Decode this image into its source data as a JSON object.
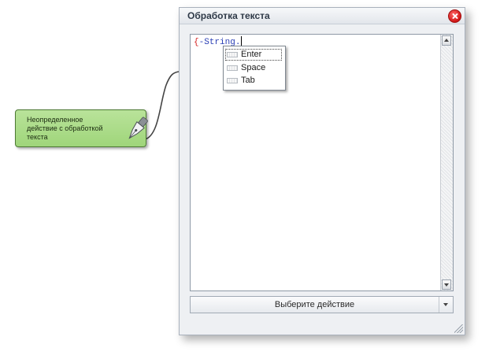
{
  "node": {
    "label": "Неопределенное действие с обработкой текста",
    "icon": "pen-nib-icon"
  },
  "dialog": {
    "title": "Обработка текста",
    "close_icon": "close-icon",
    "accent_close_color": "#d11616"
  },
  "editor": {
    "open_brace": "{",
    "code_text": "-String.",
    "keyword_color": "#2b3fb5",
    "brace_color": "#d42020"
  },
  "autocomplete": {
    "items": [
      {
        "label": "Enter",
        "selected": true
      },
      {
        "label": "Space",
        "selected": false
      },
      {
        "label": "Tab",
        "selected": false
      }
    ]
  },
  "action_select": {
    "value": "Выберите действие"
  }
}
